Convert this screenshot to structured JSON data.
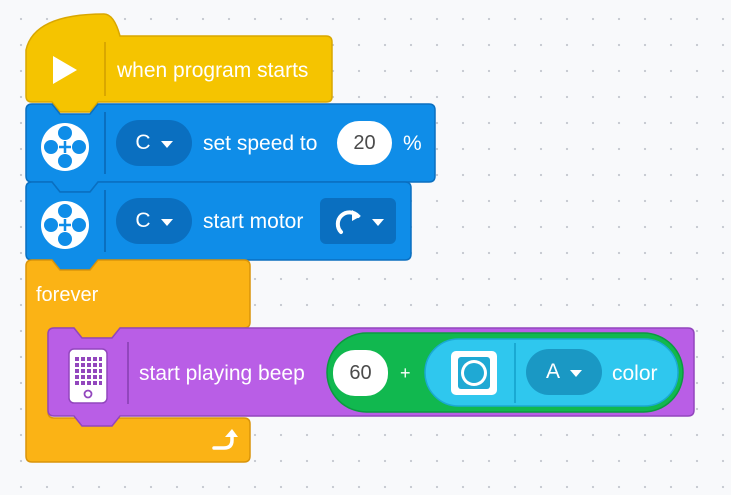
{
  "blocks": {
    "start": {
      "label": "when program starts",
      "icon": "play-icon",
      "color": "#f5c400"
    },
    "set_speed": {
      "icon": "motor-icon",
      "port": "C",
      "label": "set speed to",
      "value": "20",
      "unit": "%",
      "color": "#0f8de8"
    },
    "start_motor": {
      "icon": "motor-icon",
      "port": "C",
      "label": "start motor",
      "direction_icon": "clockwise-arrow-icon",
      "color": "#0f8de8"
    },
    "forever": {
      "label": "forever",
      "loop_icon": "loop-arrow-icon",
      "color": "#fbb315"
    },
    "beep": {
      "icon": "hub-icon",
      "label": "start playing beep",
      "value": "60",
      "operator": "+",
      "color": "#b95ee6",
      "color_sensor": {
        "icon": "color-sensor-icon",
        "port": "A",
        "label": "color",
        "color": "#2fc7ee"
      },
      "operator_color": "#11b84f"
    }
  }
}
